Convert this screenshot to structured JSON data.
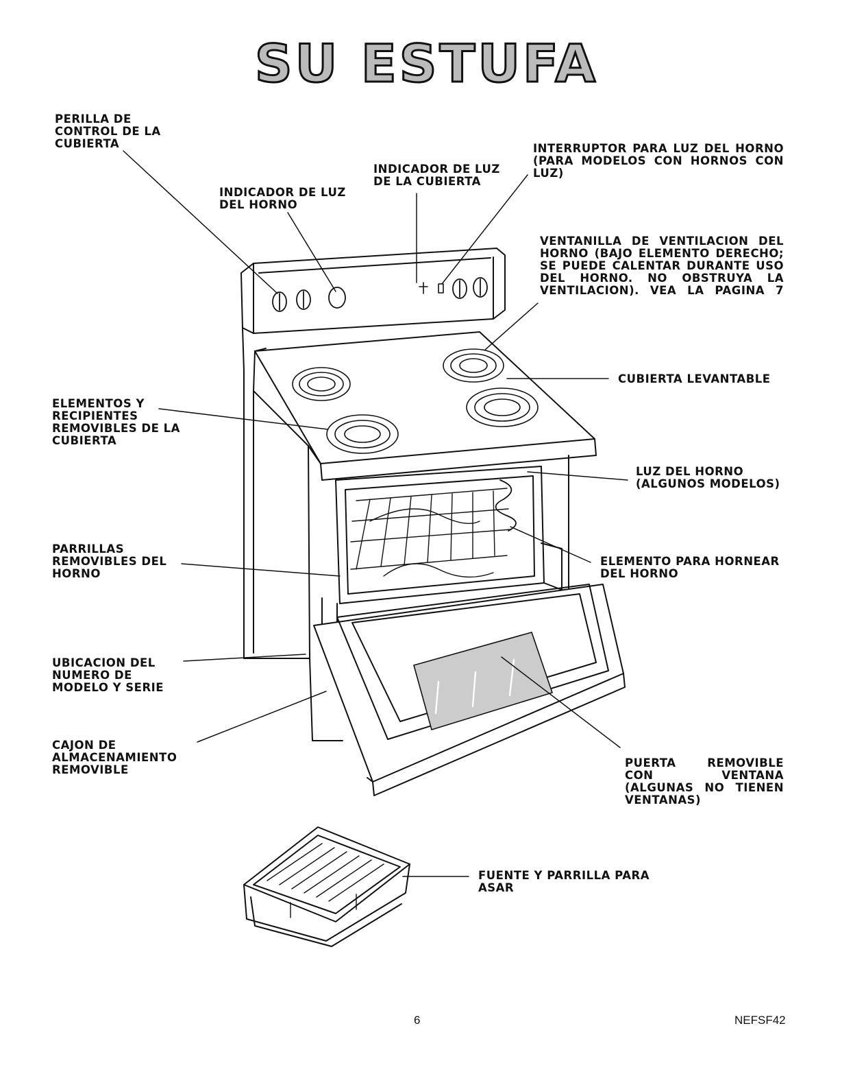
{
  "title": "SU ESTUFA",
  "labels": {
    "cooktop_knob": "PERILLA DE\nCONTROL DE LA\nCUBIERTA",
    "oven_light_indicator": "INDICADOR DE LUZ\nDEL HORNO",
    "cooktop_light_indicator": "INDICADOR DE LUZ\nDE LA CUBIERTA",
    "oven_light_switch": "INTERRUPTOR PARA LUZ DEL HORNO (PARA MODELOS CON HORNOS CON LUZ)",
    "oven_vent": "VENTANILLA DE VENTILACION DEL HORNO (BAJO ELEMENTO DERECHO; SE PUEDE CALENTAR DURANTE USO DEL HORNO. NO OBSTRUYA LA VENTILACION). VEA LA PAGINA 7",
    "lift_up_cooktop": "CUBIERTA LEVANTABLE",
    "elements_pans": "ELEMENTOS Y\nRECIPIENTES\nREMOVIBLES DE LA\nCUBIERTA",
    "oven_light": "LUZ DEL HORNO\n(ALGUNOS MODELOS)",
    "oven_racks": "PARRILLAS\nREMOVIBLES DEL\nHORNO",
    "bake_element": "ELEMENTO PARA HORNEAR\nDEL HORNO",
    "serial_location": "UBICACION DEL\nNUMERO DE\nMODELO Y SERIE",
    "storage_drawer": "CAJON DE\nALMACENAMIENTO\nREMOVIBLE",
    "removable_door": "PUERTA REMOVIBLE CON VENTANA (ALGUNAS NO TIENEN VENTANAS)",
    "broiler_pan": "FUENTE Y PARRILLA PARA\nASAR"
  },
  "footer": {
    "page_number": "6",
    "code": "NEFSF42"
  }
}
